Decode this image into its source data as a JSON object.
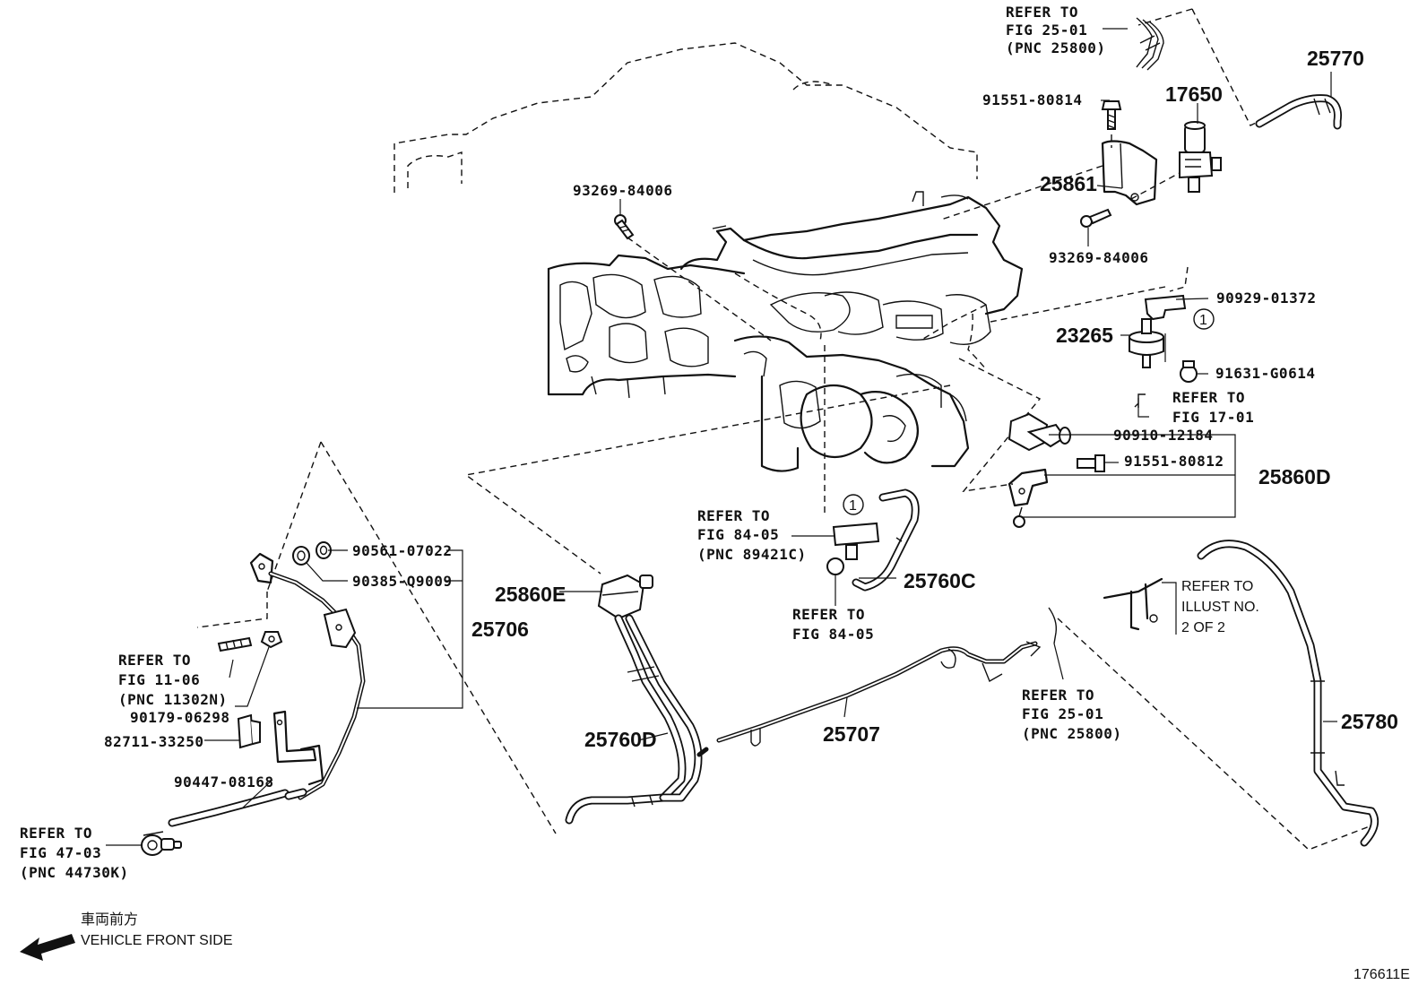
{
  "labels": {
    "refer_25_01_top": [
      "REFER TO",
      "FIG 25-01",
      "(PNC 25800)"
    ],
    "p25770": "25770",
    "p17650": "17650",
    "p91551_80814": "91551-80814",
    "p25861": "25861",
    "p93269_84006_a": "93269-84006",
    "p93269_84006_b": "93269-84006",
    "p90929_01372": "90929-01372",
    "p23265": "23265",
    "p91631_G0614": "91631-G0614",
    "refer_17_01": [
      "REFER TO",
      "FIG 17-01"
    ],
    "p90910_12184": "90910-12184",
    "p91551_80812": "91551-80812",
    "p25860D": "25860D",
    "refer_84_05_a": [
      "REFER TO",
      "FIG 84-05",
      "(PNC 89421C)"
    ],
    "p25760C": "25760C",
    "refer_84_05_b": [
      "REFER TO",
      "FIG 84-05"
    ],
    "p25860E": "25860E",
    "p90561_07022": "90561-07022",
    "p90385_Q9009": "90385-Q9009",
    "p25706": "25706",
    "refer_11_06": [
      "REFER TO",
      "FIG 11-06",
      "(PNC 11302N)"
    ],
    "p90179_06298": "90179-06298",
    "p82711_33250": "82711-33250",
    "p90447_08168": "90447-08168",
    "refer_47_03": [
      "REFER TO",
      "FIG 47-03",
      "(PNC 44730K)"
    ],
    "p25760D": "25760D",
    "p25707": "25707",
    "refer_25_01_bottom": [
      "REFER TO",
      "FIG 25-01",
      "(PNC 25800)"
    ],
    "refer_illust": [
      "REFER TO",
      "ILLUST NO.",
      "2 OF 2"
    ],
    "p25780": "25780",
    "circle_ref": "1",
    "front_jp": "車両前方",
    "front_en": "VEHICLE FRONT SIDE",
    "figure_id": "176611E"
  }
}
